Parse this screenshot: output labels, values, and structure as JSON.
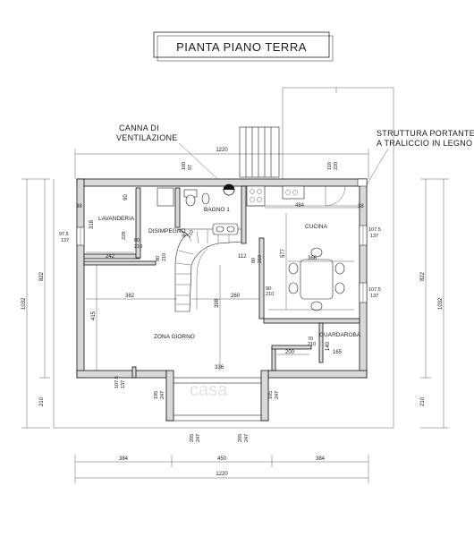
{
  "title": "PIANTA PIANO TERRA",
  "notes": {
    "canna_line1": "CANNA DI",
    "canna_line2": "VENTILAZIONE",
    "struttura_line1": "STRUTTURA PORTANTE",
    "struttura_line2": "A TRALICCIO IN LEGNO"
  },
  "rooms": {
    "lavanderia": "LAVANDERIA",
    "disimpegno": "DISIMPEGNO",
    "bagno": "BAGNO 1",
    "cucina": "CUCINA",
    "zona_giorno": "ZONA GIORNO",
    "guardaroba": "GUARDAROBA"
  },
  "dims": {
    "top_width": "1220",
    "bottom_total": "1220",
    "bottom_left": "384",
    "bottom_mid": "450",
    "bottom_right": "384",
    "left_822": "822",
    "left_1032": "1032",
    "left_210": "210",
    "right_822": "822",
    "right_1032": "1032",
    "right_210": "210",
    "d484": "484",
    "d366": "366",
    "d577": "577",
    "d382": "382",
    "d260": "260",
    "d415": "415",
    "d398": "398",
    "d242": "242",
    "d318": "318",
    "d38a": "38",
    "d38b": "38",
    "d90": "90",
    "d112": "112",
    "d200": "200",
    "d165": "165",
    "d140": "140",
    "d336": "336",
    "d100": "100",
    "d97": "97",
    "d110": "110",
    "d220": "220",
    "d80a": "80",
    "d210a": "210",
    "d80b": "80",
    "d210b": "210",
    "d80c": "80",
    "d210c": "210",
    "d228": "228",
    "d80d": "80",
    "d210d": "210",
    "d90b": "90",
    "d210e": "210",
    "d70": "70",
    "d210f": "210",
    "w_left_top_a": "97.5",
    "w_left_top_b": "137",
    "w_right_top_a": "107.5",
    "w_right_top_b": "137",
    "w_right_mid_a": "107.5",
    "w_right_mid_b": "137",
    "w_left_bot_a": "107.5",
    "w_left_bot_b": "137",
    "w_bot_a": "195",
    "w_bot_b": "247",
    "w_bot2_a": "205",
    "w_bot2_b": "247",
    "w_bot3_a": "205",
    "w_bot3_b": "247",
    "w_bot4_a": "195",
    "w_bot4_b": "247"
  },
  "watermark": "casa"
}
